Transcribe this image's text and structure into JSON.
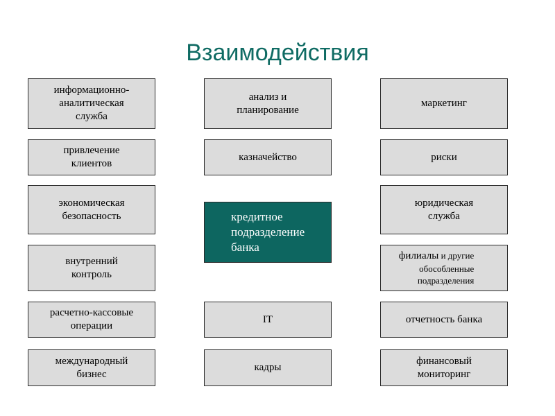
{
  "title": "Взаимодействия",
  "center_box": {
    "line1": "кредитное",
    "line2": "подразделение",
    "line3": "банка"
  },
  "left_column": [
    {
      "line1": "информационно-",
      "line2": "аналитическая",
      "line3": "служба"
    },
    {
      "line1": "привлечение",
      "line2": "клиентов"
    },
    {
      "line1": "экономическая",
      "line2": "безопасность"
    },
    {
      "line1": "внутренний",
      "line2": "контроль"
    },
    {
      "line1": "расчетно-кассовые",
      "line2": "операции"
    },
    {
      "line1": "международный",
      "line2": "бизнес"
    }
  ],
  "middle_column": [
    {
      "line1": "анализ и",
      "line2": "планирование"
    },
    {
      "line1": "казначейство"
    },
    {
      "line1": "IT"
    },
    {
      "line1": "кадры"
    }
  ],
  "right_column": [
    {
      "line1": "маркетинг"
    },
    {
      "line1": "риски"
    },
    {
      "line1": "юридическая",
      "line2": "служба"
    },
    {
      "main": "филиалы",
      "rest": " и другие",
      "line2": "обособленные",
      "line3": "подразделения"
    },
    {
      "line1": "отчетность банка"
    },
    {
      "line1": "финансовый",
      "line2": "мониторинг"
    }
  ]
}
